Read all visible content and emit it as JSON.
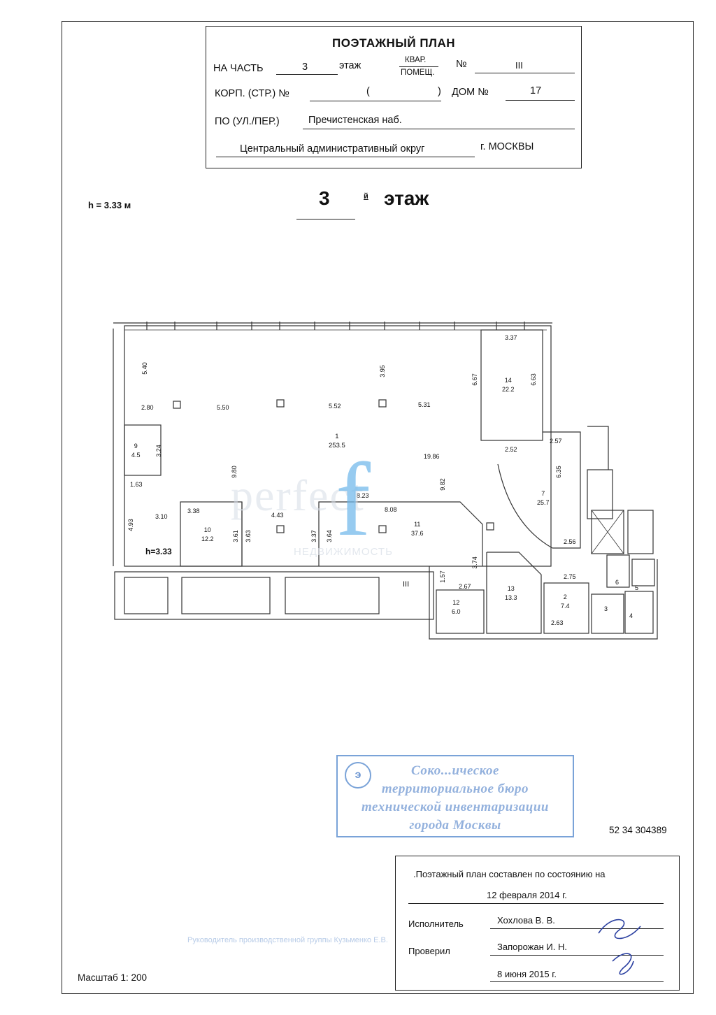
{
  "header": {
    "title": "ПОЭТАЖНЫЙ ПЛАН",
    "part_label": "НА ЧАСТЬ",
    "part_value": "3",
    "floor_word": "этаж",
    "kvar": "КВАР.",
    "pomesch": "ПОМЕЩ.",
    "number_label": "№",
    "number_value": "III",
    "korp_label": "КОРП. (СТР.) №",
    "korp_open": "(",
    "korp_close": ")",
    "dom_label": "ДОМ №",
    "dom_value": "17",
    "street_label": "ПО (УЛ./ПЕР.)",
    "street_value": "Пречистенская наб.",
    "district": "Центральный административный округ",
    "city": "г. МОСКВЫ"
  },
  "floor": {
    "height": "h = 3.33 м",
    "number": "3",
    "suffix": "й",
    "word": "этаж"
  },
  "plan": {
    "section_mark": "III",
    "inner_height": "h=3.33",
    "rooms": [
      {
        "num": "1",
        "area": "253.5"
      },
      {
        "num": "9",
        "area": "4.5"
      },
      {
        "num": "10",
        "area": "12.2"
      },
      {
        "num": "11",
        "area": "37.6"
      },
      {
        "num": "14",
        "area": "22.2"
      },
      {
        "num": "7",
        "area": "25.7"
      },
      {
        "num": "12",
        "area": "6.0"
      },
      {
        "num": "13",
        "area": "13.3"
      },
      {
        "num": "2",
        "area": "7.4"
      },
      {
        "num": "3",
        "area": ""
      },
      {
        "num": "4",
        "area": ""
      },
      {
        "num": "5",
        "area": ""
      },
      {
        "num": "6",
        "area": ""
      }
    ],
    "dims": [
      "5.40",
      "3.95",
      "6.67",
      "6.63",
      "3.37",
      "2.80",
      "5.50",
      "5.52",
      "5.31",
      "3.24",
      "1.63",
      "9.80",
      "19.86",
      "9.82",
      "8.23",
      "8.08",
      "4.93",
      "3.10",
      "3.38",
      "3.61",
      "3.63",
      "4.43",
      "3.37",
      "3.64",
      "3.74",
      "2.52",
      "2.57",
      "6.35",
      "2.56",
      "1.57",
      "2.67",
      "2.75",
      "2.63"
    ]
  },
  "watermark": {
    "letter": "f",
    "word": "perfect",
    "sub": "НЕДВИЖИМОСТЬ"
  },
  "stamp": {
    "symbol": "э",
    "line1": "Соко...ическое",
    "line2": "территориальное бюро",
    "line3": "технической инвентаризации",
    "line4": "города Москвы"
  },
  "registry_number": "52 34 304389",
  "footer": {
    "state_label": ".Поэтажный план составлен по состоянию на",
    "state_date": "12 февраля 2014 г.",
    "executor_label": "Исполнитель",
    "executor_name": "Хохлова В. В.",
    "checked_label": "Проверил",
    "checked_name": "Запорожан И. Н.",
    "sign_date": "8 июня 2015 г."
  },
  "faint_line": "Руководитель производственной группы Кузьменко Е.В.",
  "scale": "Масштаб 1: 200",
  "colors": {
    "stamp": "#6f97d2",
    "watermark": "#6cb6ea"
  }
}
